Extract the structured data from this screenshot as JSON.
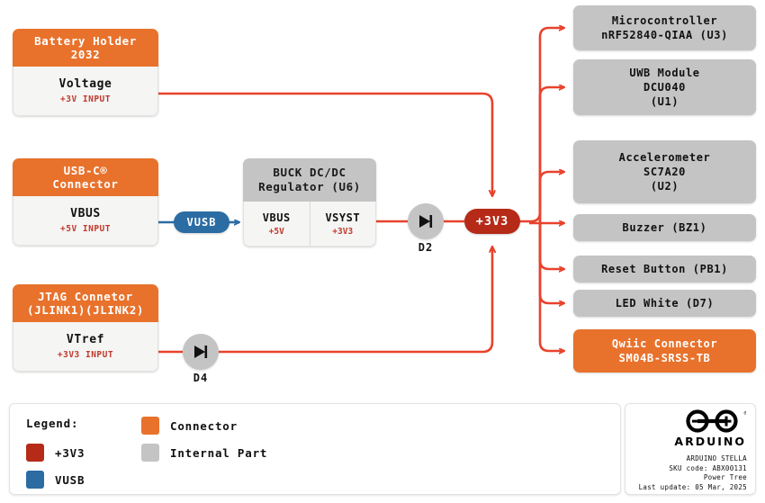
{
  "diagram": {
    "title": "Arduino Stella Power Tree",
    "colors": {
      "connector_orange": "#E8722C",
      "internal_grey": "#C4C4C4",
      "rail_3v3": "#B52B18",
      "rail_vusb": "#2B6CA3",
      "wire": "#E8422C"
    }
  },
  "sources": [
    {
      "id": "battery",
      "header_line1": "Battery Holder",
      "header_line2": "2032",
      "rail_name": "Voltage",
      "rail_value": "+3V INPUT"
    },
    {
      "id": "usbc",
      "header_line1": "USB-C®",
      "header_line2": "Connector",
      "rail_name": "VBUS",
      "rail_value": "+5V INPUT"
    },
    {
      "id": "jtag",
      "header_line1": "JTAG Connetor",
      "header_line2": "(JLINK1)(JLINK2)",
      "rail_name": "VTref",
      "rail_value": "+3V3 INPUT"
    }
  ],
  "regulator": {
    "header_line1": "BUCK DC/DC",
    "header_line2": "Regulator (U6)",
    "input": {
      "name": "VBUS",
      "value": "+5V"
    },
    "output": {
      "name": "VSYST",
      "value": "+3V3"
    }
  },
  "nets": {
    "vusb_label": "VUSB",
    "rail_label": "+3V3"
  },
  "diodes": [
    {
      "id": "d2",
      "label": "D2",
      "icon": "diode-icon"
    },
    {
      "id": "d4",
      "label": "D4",
      "icon": "diode-icon"
    }
  ],
  "loads": [
    {
      "id": "mcu",
      "kind": "grey",
      "lines": [
        "Microcontroller",
        "nRF52840-QIAA (U3)"
      ]
    },
    {
      "id": "uwb",
      "kind": "grey",
      "lines": [
        "UWB Module",
        "DCU040",
        "(U1)"
      ]
    },
    {
      "id": "accel",
      "kind": "grey",
      "lines": [
        "Accelerometer",
        "SC7A20",
        "(U2)"
      ]
    },
    {
      "id": "buzzer",
      "kind": "grey",
      "lines": [
        "Buzzer (BZ1)"
      ]
    },
    {
      "id": "reset",
      "kind": "grey",
      "lines": [
        "Reset Button (PB1)"
      ]
    },
    {
      "id": "led",
      "kind": "grey",
      "lines": [
        "LED White (D7)"
      ]
    },
    {
      "id": "qwiic",
      "kind": "orange",
      "lines": [
        "Qwiic Connector",
        "SM04B-SRSS-TB"
      ]
    }
  ],
  "legend": {
    "title": "Legend:",
    "items": [
      {
        "id": "connector",
        "label": "Connector",
        "color": "#E8722C"
      },
      {
        "id": "rail-3v3",
        "label": "+3V3",
        "color": "#B52B18"
      },
      {
        "id": "internal-part",
        "label": "Internal Part",
        "color": "#C4C4C4"
      },
      {
        "id": "rail-vusb",
        "label": "VUSB",
        "color": "#2B6CA3"
      }
    ]
  },
  "footer": {
    "brand": "ARDUINO",
    "meta_lines": [
      "ARDUINO STELLA",
      "SKU code: ABX00131",
      "Power Tree",
      "Last update: 05 Mar, 2025"
    ]
  }
}
